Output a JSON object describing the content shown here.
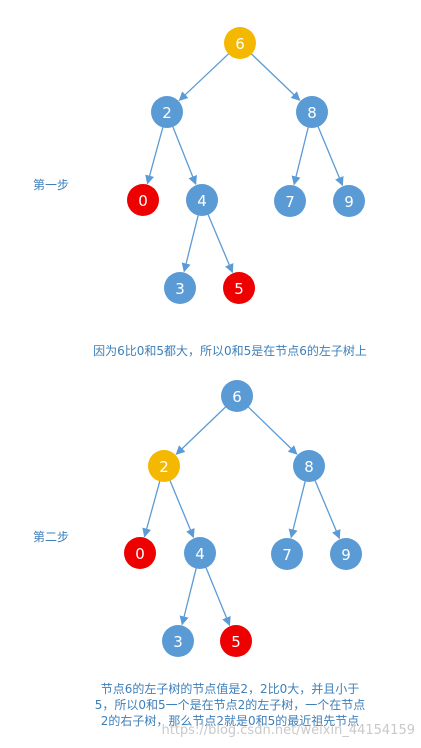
{
  "colors": {
    "blue": "#5b9bd5",
    "red": "#ee0000",
    "gold": "#f5b800",
    "edge": "#5b9bd5",
    "text": "#3e7fb8"
  },
  "diagrams": [
    {
      "step_label": "第一步",
      "caption": "因为6比0和5都大，所以0和5是在节点6的左子树上",
      "nodes": [
        {
          "label": "6",
          "color": "gold"
        },
        {
          "label": "2",
          "color": "blue"
        },
        {
          "label": "8",
          "color": "blue"
        },
        {
          "label": "0",
          "color": "red"
        },
        {
          "label": "4",
          "color": "blue"
        },
        {
          "label": "7",
          "color": "blue"
        },
        {
          "label": "9",
          "color": "blue"
        },
        {
          "label": "3",
          "color": "blue"
        },
        {
          "label": "5",
          "color": "red"
        }
      ]
    },
    {
      "step_label": "第二步",
      "caption_lines": [
        "节点6的左子树的节点值是2，2比0大，并且小于",
        "5，所以0和5一个是在节点2的左子树，一个在节点",
        "2的右子树，那么节点2就是0和5的最近祖先节点"
      ],
      "nodes": [
        {
          "label": "6",
          "color": "blue"
        },
        {
          "label": "2",
          "color": "gold"
        },
        {
          "label": "8",
          "color": "blue"
        },
        {
          "label": "0",
          "color": "red"
        },
        {
          "label": "4",
          "color": "blue"
        },
        {
          "label": "7",
          "color": "blue"
        },
        {
          "label": "9",
          "color": "blue"
        },
        {
          "label": "3",
          "color": "blue"
        },
        {
          "label": "5",
          "color": "red"
        }
      ]
    }
  ],
  "watermark": "https://blog.csdn.net/weixin_44154159"
}
